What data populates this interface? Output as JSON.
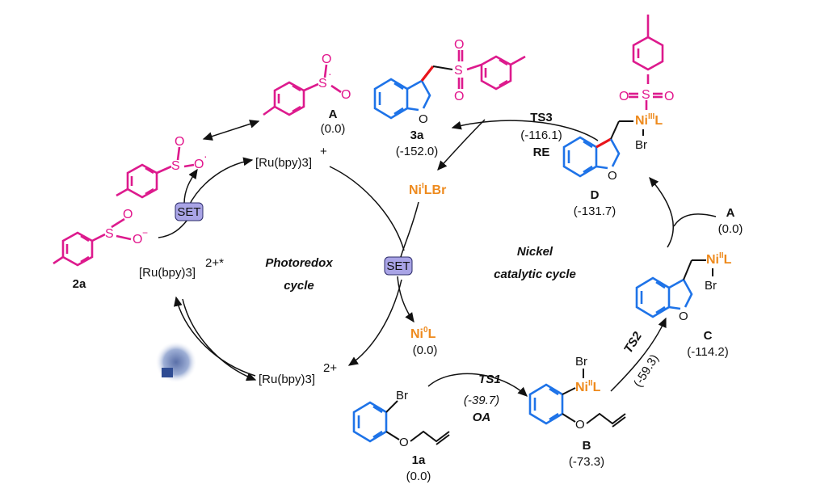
{
  "photoredox": {
    "title_line1": "Photoredox",
    "title_line2": "cycle",
    "ru_top": "[Ru(bpy)3]",
    "ru_top_charge": "+",
    "ru_left": "[Ru(bpy)3]",
    "ru_left_charge": "2+*",
    "ru_bottom": "[Ru(bpy)3]",
    "ru_bottom_charge": "2+",
    "set_left": "SET",
    "set_center": "SET"
  },
  "nickel": {
    "title_line1": "Nickel",
    "title_line2": "catalytic cycle",
    "ni0": {
      "metal": "Ni",
      "ox": "0",
      "ligand": "L",
      "energy": "(0.0)"
    },
    "ni1": {
      "metal": "Ni",
      "ox": "I",
      "ligand": "LBr"
    },
    "ts1": {
      "name": "TS1",
      "energy": "(-39.7)",
      "step": "OA"
    },
    "ts2": {
      "name": "TS2",
      "energy": "(-59.3)"
    },
    "ts3": {
      "name": "TS3",
      "energy": "(-116.1)",
      "step": "RE"
    }
  },
  "species": {
    "sulfonyl_radical": {
      "label": "A",
      "energy": "(0.0)"
    },
    "sulfinate": {
      "label": "2a",
      "charge": "−",
      "atom_s": "S",
      "atom_o": "O"
    },
    "radical_top": {
      "atom_s": "S",
      "atom_o": "O",
      "dot": "·"
    },
    "substrate": {
      "label": "1a",
      "energy": "(0.0)",
      "atom_br": "Br",
      "atom_o": "O"
    },
    "B": {
      "label": "B",
      "energy": "(-73.3)",
      "atom_br": "Br",
      "metal": "Ni",
      "ox": "II",
      "ligand": "L"
    },
    "C": {
      "label": "C",
      "energy": "(-114.2)",
      "atom_br": "Br",
      "metal": "Ni",
      "ox": "II",
      "ligand": "L",
      "atom_o": "O"
    },
    "D": {
      "label": "D",
      "energy": "(-131.7)",
      "atom_br": "Br",
      "metal": "Ni",
      "ox": "III",
      "ligand": "L",
      "atom_o": "O",
      "atom_s": "S"
    },
    "A_right": {
      "label": "A",
      "energy": "(0.0)"
    },
    "product": {
      "label": "3a",
      "energy": "(-152.0)",
      "atom_o": "O",
      "atom_s": "S"
    }
  },
  "colors": {
    "orange": "#ee8a1d",
    "magenta": "#dd1a8d",
    "blue": "#1e73e8",
    "red": "#e8141b",
    "set": "#a9a4e6"
  }
}
